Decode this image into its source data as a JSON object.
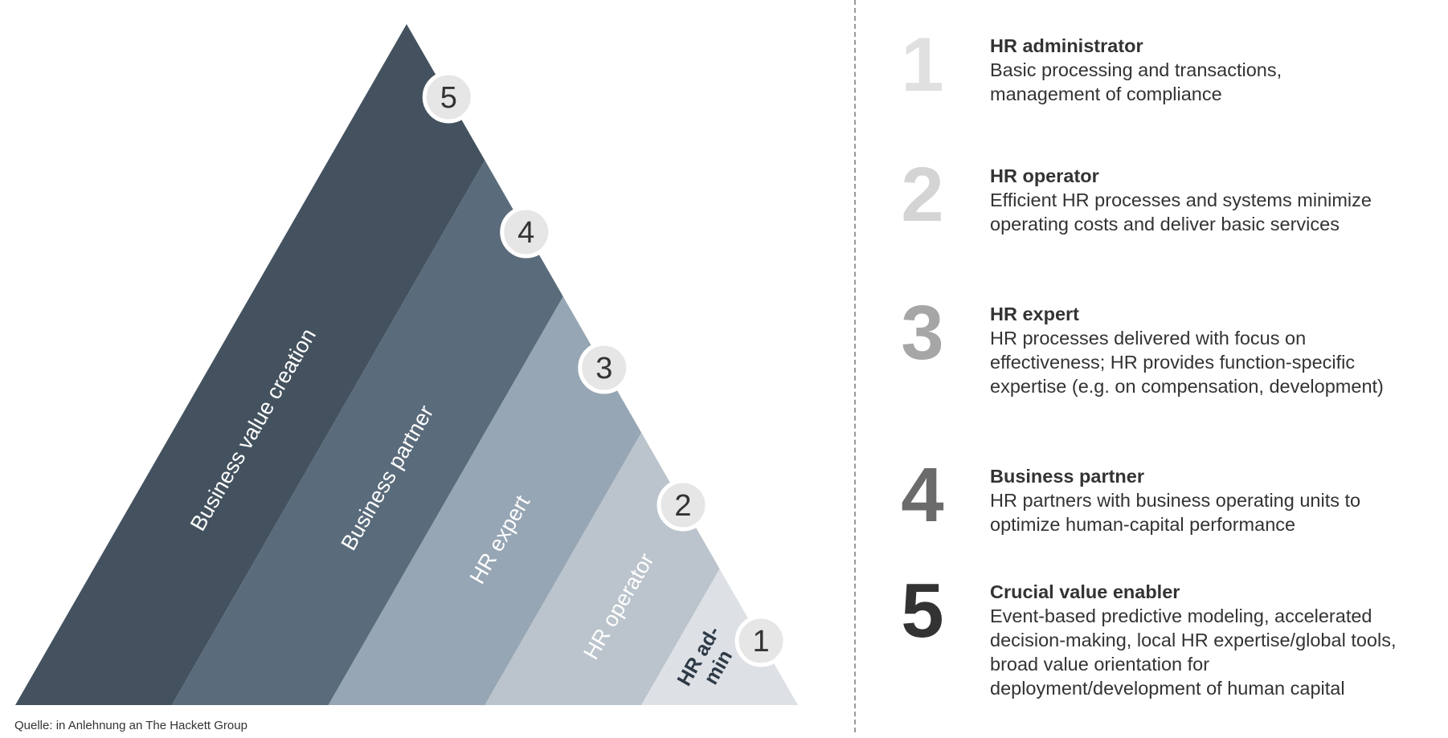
{
  "pyramid": {
    "bands": [
      {
        "level": "5",
        "label": "Business value creation",
        "color": "#44525f"
      },
      {
        "level": "4",
        "label": "Business partner",
        "color": "#5a6b7b"
      },
      {
        "level": "3",
        "label": "HR expert",
        "color": "#97a6b4"
      },
      {
        "level": "2",
        "label": "HR operator",
        "color": "#bbc4cc"
      },
      {
        "level": "1",
        "label_lines": [
          "HR ad-",
          "min"
        ],
        "color": "#dde1e5"
      }
    ],
    "badge_fill": "#e6e6e6"
  },
  "legend": [
    {
      "number": "1",
      "color": "#e0e0e0",
      "title": "HR administrator",
      "lines": [
        "Basic processing and transactions,",
        "management of compliance"
      ]
    },
    {
      "number": "2",
      "color": "#d4d4d4",
      "title": "HR operator",
      "lines": [
        "Efficient HR processes and systems minimize",
        "operating costs and deliver basic services"
      ]
    },
    {
      "number": "3",
      "color": "#a6a6a6",
      "title": "HR expert",
      "lines": [
        "HR processes delivered with focus on",
        "effectiveness; HR provides function-specific",
        "expertise (e.g. on compensation, development)"
      ]
    },
    {
      "number": "4",
      "color": "#6b6b6b",
      "title": "Business partner",
      "lines": [
        "HR partners with business operating units to",
        "optimize human-capital performance"
      ]
    },
    {
      "number": "5",
      "color": "#333333",
      "title": "Crucial value enabler",
      "lines": [
        "Event-based predictive modeling, accelerated",
        "decision-making, local HR expertise/global tools,",
        "broad value orientation for",
        "deployment/development of human capital"
      ]
    }
  ],
  "source": "Quelle: in Anlehnung an The Hackett Group"
}
